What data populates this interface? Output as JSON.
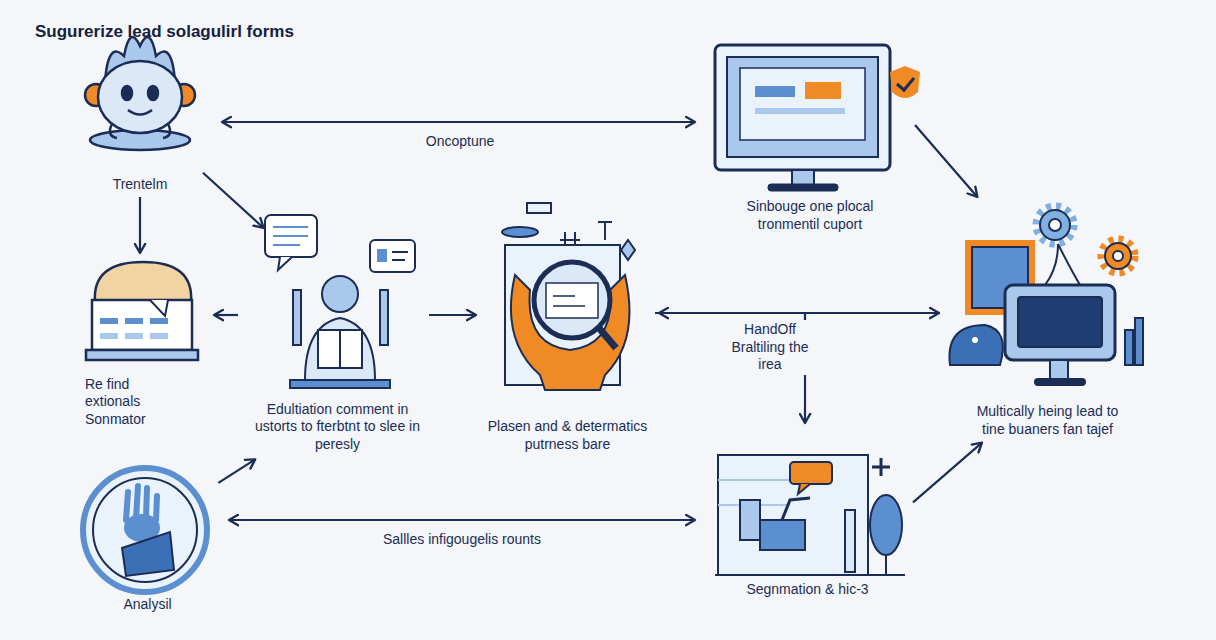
{
  "diagram": {
    "title": "Sugurerize lead solagulirl forms",
    "nodes": [
      {
        "text": [
          "Trentelm"
        ]
      },
      {
        "text": [
          "Sinbouge one plocal tronmentil cuport"
        ]
      },
      {
        "text": [
          "Re find extionals Sonmator"
        ]
      },
      {
        "text": [
          "Edultiation comment in ustorts to fterbtnt to slee in peresly"
        ]
      },
      {
        "text": [
          "Plasen and & determatics putrness bare"
        ]
      },
      {
        "text": [
          "Multically heing lead to tine buaners fan tajef"
        ]
      },
      {
        "text": [
          "Analysil"
        ]
      },
      {
        "text": [
          "Segnmation & hic-3"
        ]
      }
    ],
    "edges": [
      {
        "from": 0,
        "to": 1,
        "arrow": "both",
        "label": "Oncoptune"
      },
      {
        "from": 0,
        "to": 2,
        "arrow": "to"
      },
      {
        "from": 0,
        "to": 3,
        "arrow": "to"
      },
      {
        "from": 1,
        "to": 5,
        "arrow": "to"
      },
      {
        "from": 3,
        "to": 2,
        "arrow": "to"
      },
      {
        "from": 3,
        "to": 4,
        "arrow": "to"
      },
      {
        "from": 4,
        "to": 5,
        "arrow": "both",
        "label": "HandOff Braltiling the irea"
      },
      {
        "from": 4,
        "to": 7,
        "arrow": "to"
      },
      {
        "from": 6,
        "to": 3,
        "arrow": "to"
      },
      {
        "from": 6,
        "to": 7,
        "arrow": "both",
        "label": "Sallles infigougelis rounts"
      },
      {
        "from": 7,
        "to": 5,
        "arrow": "to"
      }
    ]
  }
}
